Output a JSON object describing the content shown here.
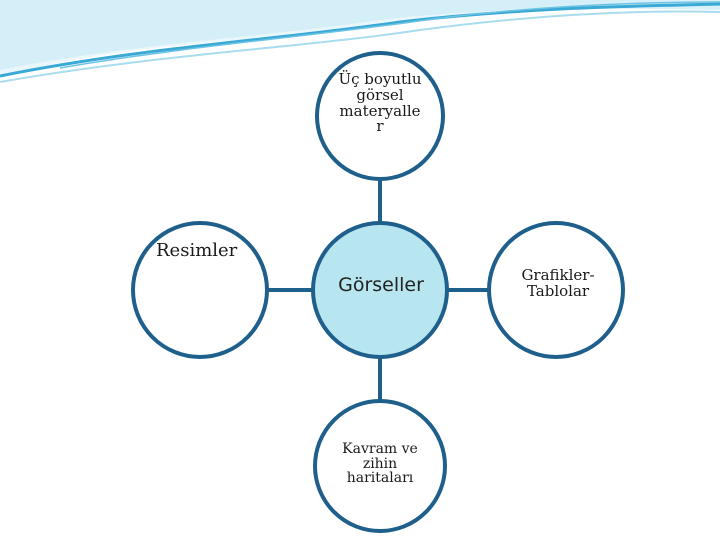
{
  "diagram": {
    "center": {
      "label": "Görseller",
      "fill": "#b8e6f0"
    },
    "nodes": {
      "top": {
        "label": "Üç boyutlu\ngörsel\nmateryalle\nr"
      },
      "left": {
        "label": "Resimler"
      },
      "right": {
        "label": "Grafikler-\nTablolar"
      },
      "bottom": {
        "label": "Kavram ve\nzihin\nharitaları"
      }
    },
    "colors": {
      "stroke": "#1f5f8b",
      "node_fill": "#ffffff",
      "wave_primary": "#3aa9d6",
      "wave_light": "#a9dcef"
    }
  }
}
